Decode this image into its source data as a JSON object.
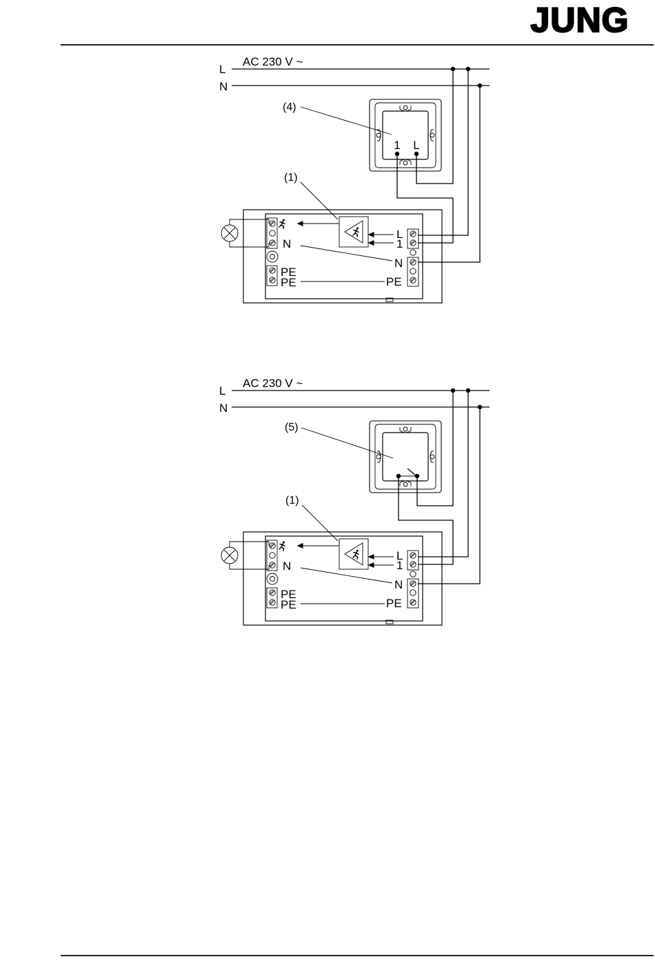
{
  "brand": {
    "logo_text": "JUNG"
  },
  "diagrams": [
    {
      "supply_label": "AC 230 V ~",
      "line_labels": {
        "L": "L",
        "N": "N"
      },
      "device_callout": "(4)",
      "device_terminals": {
        "t1": "1",
        "tL": "L"
      },
      "insert_callout": "(1)",
      "insert_left_labels": {
        "N": "N",
        "PE1": "PE",
        "PE2": "PE"
      },
      "insert_right_labels": {
        "L": "L",
        "one": "1",
        "N": "N",
        "PE": "PE"
      }
    },
    {
      "supply_label": "AC 230 V ~",
      "line_labels": {
        "L": "L",
        "N": "N"
      },
      "device_callout": "(5)",
      "insert_callout": "(1)",
      "insert_left_labels": {
        "N": "N",
        "PE1": "PE",
        "PE2": "PE"
      },
      "insert_right_labels": {
        "L": "L",
        "one": "1",
        "N": "N",
        "PE": "PE"
      }
    }
  ]
}
